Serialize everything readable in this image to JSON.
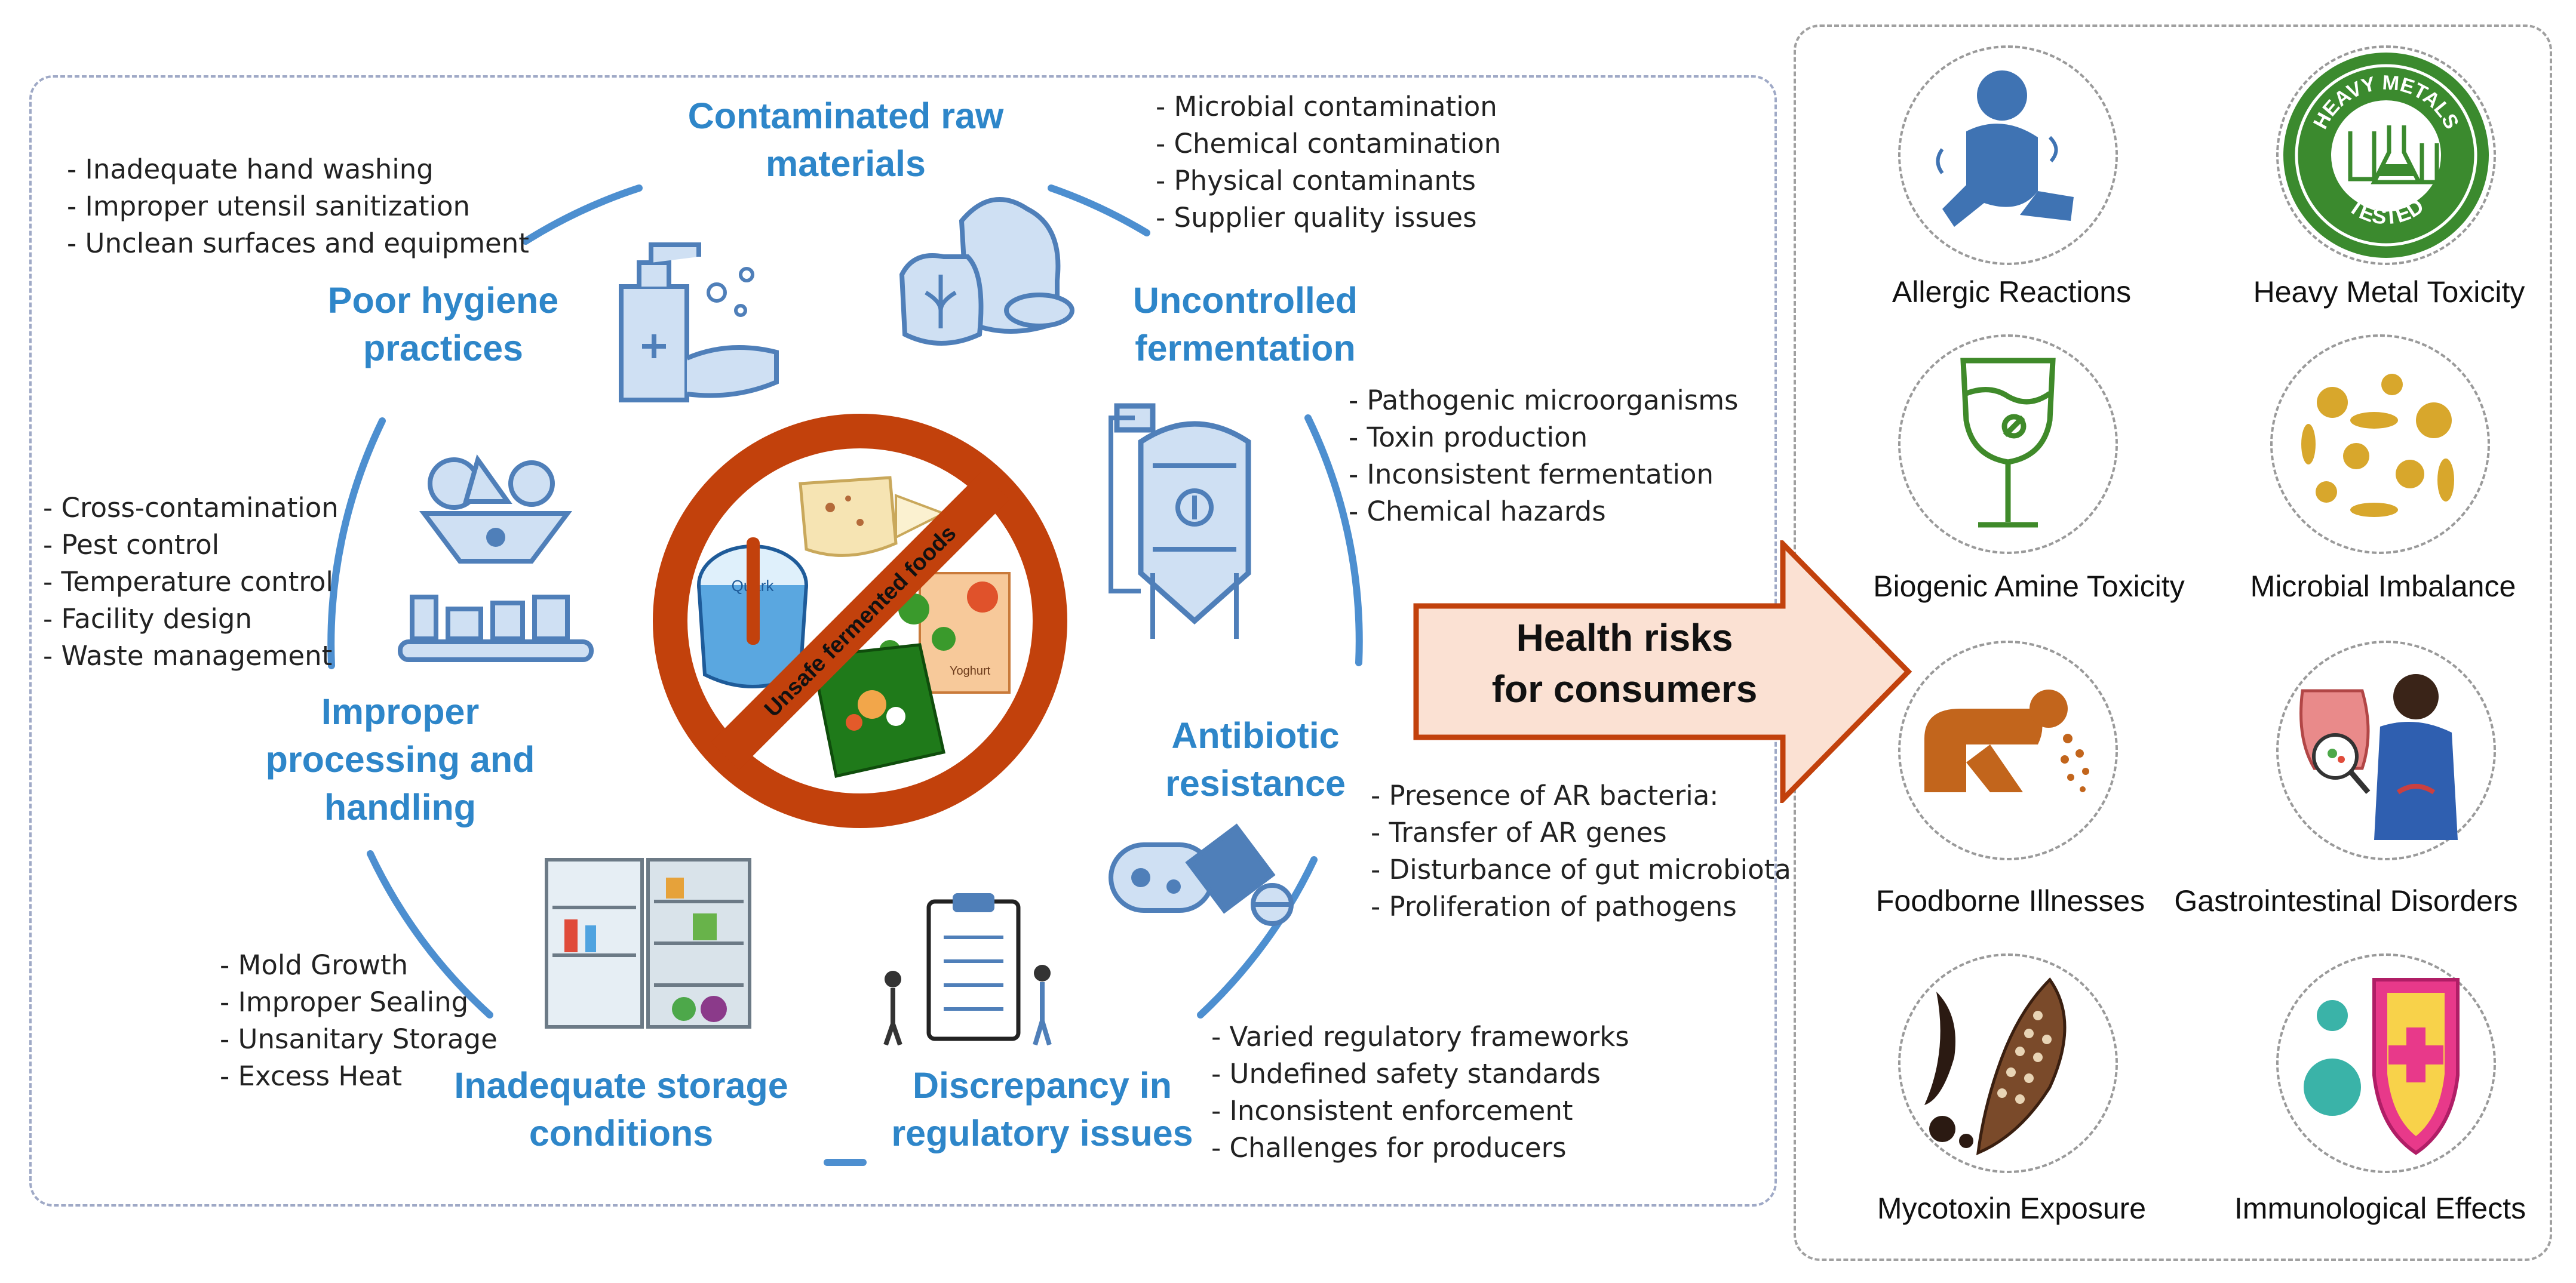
{
  "center": {
    "ban_label": "Unsafe fermented foods",
    "quark_label": "Quark",
    "yoghurt_label": "Yoghurt"
  },
  "categories": {
    "contaminated": {
      "heading_l1": "Contaminated raw",
      "heading_l2": "materials",
      "bullets": [
        "- Microbial contamination",
        "- Chemical contamination",
        "- Physical contaminants",
        "- Supplier quality issues"
      ]
    },
    "hygiene": {
      "heading_l1": "Poor hygiene",
      "heading_l2": "practices",
      "bullets": [
        "- Inadequate hand washing",
        "- Improper utensil sanitization",
        "- Unclean surfaces and equipment"
      ]
    },
    "fermentation": {
      "heading_l1": "Uncontrolled",
      "heading_l2": "fermentation",
      "bullets": [
        "- Pathogenic microorganisms",
        "- Toxin production",
        "- Inconsistent fermentation",
        "- Chemical hazards"
      ]
    },
    "processing": {
      "heading_l1": "Improper",
      "heading_l2": "processing and",
      "heading_l3": "handling",
      "bullets": [
        "- Cross-contamination",
        "- Pest control",
        "- Temperature control",
        "- Facility design",
        "- Waste management"
      ]
    },
    "antibiotic": {
      "heading_l1": "Antibiotic",
      "heading_l2": "resistance",
      "bullets": [
        "- Presence of AR bacteria:",
        "- Transfer of AR genes",
        "- Disturbance of gut microbiota",
        "- Proliferation of pathogens"
      ]
    },
    "storage": {
      "heading_l1": "Inadequate storage",
      "heading_l2": "conditions",
      "bullets": [
        "- Mold Growth",
        "- Improper Sealing",
        "- Unsanitary Storage",
        "- Excess Heat"
      ]
    },
    "regulatory": {
      "heading_l1": "Discrepancy in",
      "heading_l2": "regulatory issues",
      "bullets": [
        "- Varied regulatory frameworks",
        "- Undefined safety standards",
        "- Inconsistent enforcement",
        "- Challenges for producers"
      ]
    }
  },
  "arrow": {
    "line1": "Health risks",
    "line2": "for consumers"
  },
  "badge": {
    "top_text": "HEAVY METALS",
    "bottom_text": "TESTED"
  },
  "risks": [
    {
      "label": "Allergic Reactions",
      "icon": "allergy-person-icon"
    },
    {
      "label": "Heavy Metal Toxicity",
      "icon": "heavy-metals-badge-icon"
    },
    {
      "label": "Biogenic Amine Toxicity",
      "icon": "wine-glass-icon"
    },
    {
      "label": "Microbial Imbalance",
      "icon": "microbes-icon"
    },
    {
      "label": "Foodborne Illnesses",
      "icon": "vomiting-person-icon"
    },
    {
      "label": "Gastrointestinal Disorders",
      "icon": "stomach-pain-icon"
    },
    {
      "label": "Mycotoxin Exposure",
      "icon": "moldy-corn-icon"
    },
    {
      "label": "Immunological Effects",
      "icon": "immune-shield-icon"
    }
  ],
  "colors": {
    "heading_blue": "#2e86c9",
    "icon_blue": "#4f7fb9",
    "ban_red": "#c2410c",
    "arrow_fill": "#fbe1d3",
    "arrow_stroke": "#c2410c",
    "risk_orange": "#c2651c",
    "badge_green": "#3b8a2e"
  }
}
